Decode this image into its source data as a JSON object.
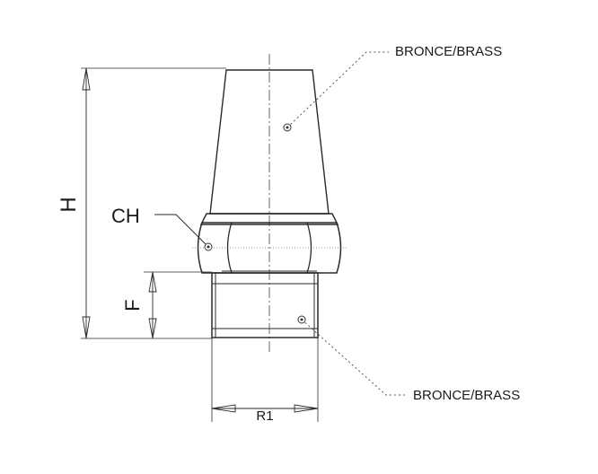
{
  "labels": {
    "top_material": "BRONCE/BRASS",
    "bottom_material": "BRONCE/BRASS",
    "hex": "CH",
    "height": "H",
    "thread_length": "F",
    "thread": "R1"
  }
}
